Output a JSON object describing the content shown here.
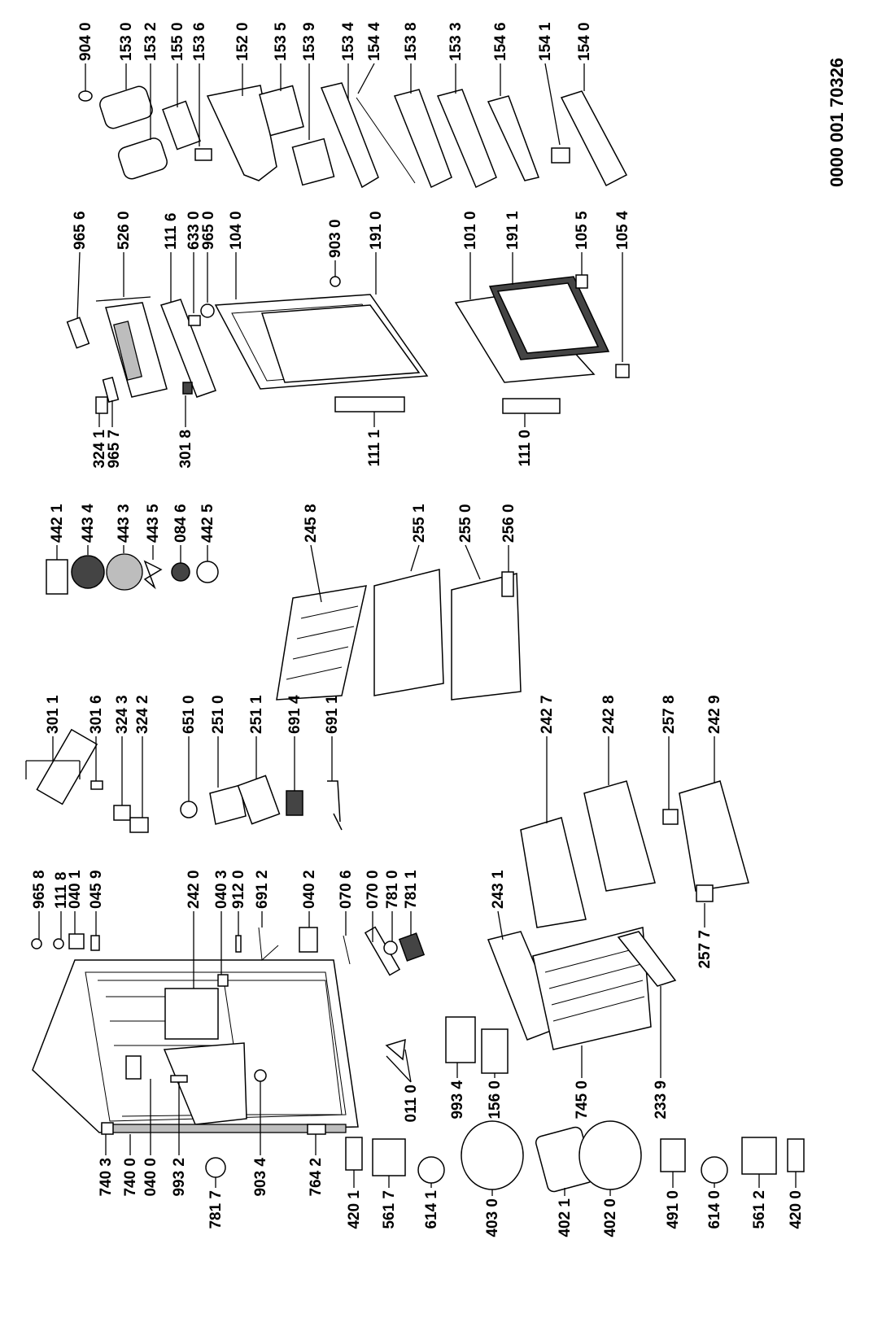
{
  "document_number": "0000 001 70326",
  "part_labels": {
    "p9040": "904 0",
    "p1530": "153 0",
    "p1532": "153 2",
    "p1550": "155 0",
    "p1536": "153 6",
    "p1520": "152 0",
    "p1535": "153 5",
    "p1539": "153 9",
    "p1534": "153 4",
    "p1544": "154 4",
    "p1538": "153 8",
    "p1533": "153 3",
    "p1546": "154 6",
    "p1541": "154 1",
    "p1540": "154 0",
    "p9656": "965 6",
    "p5260": "526 0",
    "p1116": "111 6",
    "p6330": "633 0",
    "p9650": "965 0",
    "p1040": "104 0",
    "p9030": "903 0",
    "p1910": "191 0",
    "p1010": "101 0",
    "p1911": "191 1",
    "p1055": "105 5",
    "p1054": "105 4",
    "p3241": "324 1",
    "p9657": "965 7",
    "p3018": "301 8",
    "p1111": "111 1",
    "p1110": "111 0",
    "p4421": "442 1",
    "p4434": "443 4",
    "p4433": "443 3",
    "p4435": "443 5",
    "p0846": "084 6",
    "p4425": "442 5",
    "p2458": "245 8",
    "p2551": "255 1",
    "p2550": "255 0",
    "p2560": "256 0",
    "p3011": "301 1",
    "p3016": "301 6",
    "p3243": "324 3",
    "p3242": "324 2",
    "p6510": "651 0",
    "p2510": "251 0",
    "p2511": "251 1",
    "p6914": "691 4",
    "p6911": "691 1",
    "p9658": "965 8",
    "p1118": "111 8",
    "p0401": "040 1",
    "p0459": "045 9",
    "p2420": "242 0",
    "p0403": "040 3",
    "p9120": "912 0",
    "p6912": "691 2",
    "p0402": "040 2",
    "p0706": "070 6",
    "p0700": "070 0",
    "p7810": "781 0",
    "p7811": "781 1",
    "p2427": "242 7",
    "p2428": "242 8",
    "p2578": "257 8",
    "p2429": "242 9",
    "p2431": "243 1",
    "p2577": "257 7",
    "p9934": "993 4",
    "p1560": "156 0",
    "p7450": "745 0",
    "p2339": "233 9",
    "p0110": "011 0",
    "p7403": "740 3",
    "p7400": "740 0",
    "p0400": "040 0",
    "p9932": "993 2",
    "p7817": "781 7",
    "p9034": "903 4",
    "p7642": "764 2",
    "p4201": "420 1",
    "p5617": "561 7",
    "p6141": "614 1",
    "p4030": "403 0",
    "p4021": "402 1",
    "p4020": "402 0",
    "p4910": "491 0",
    "p6140": "614 0",
    "p5612": "561 2",
    "p4200": "420 0"
  }
}
